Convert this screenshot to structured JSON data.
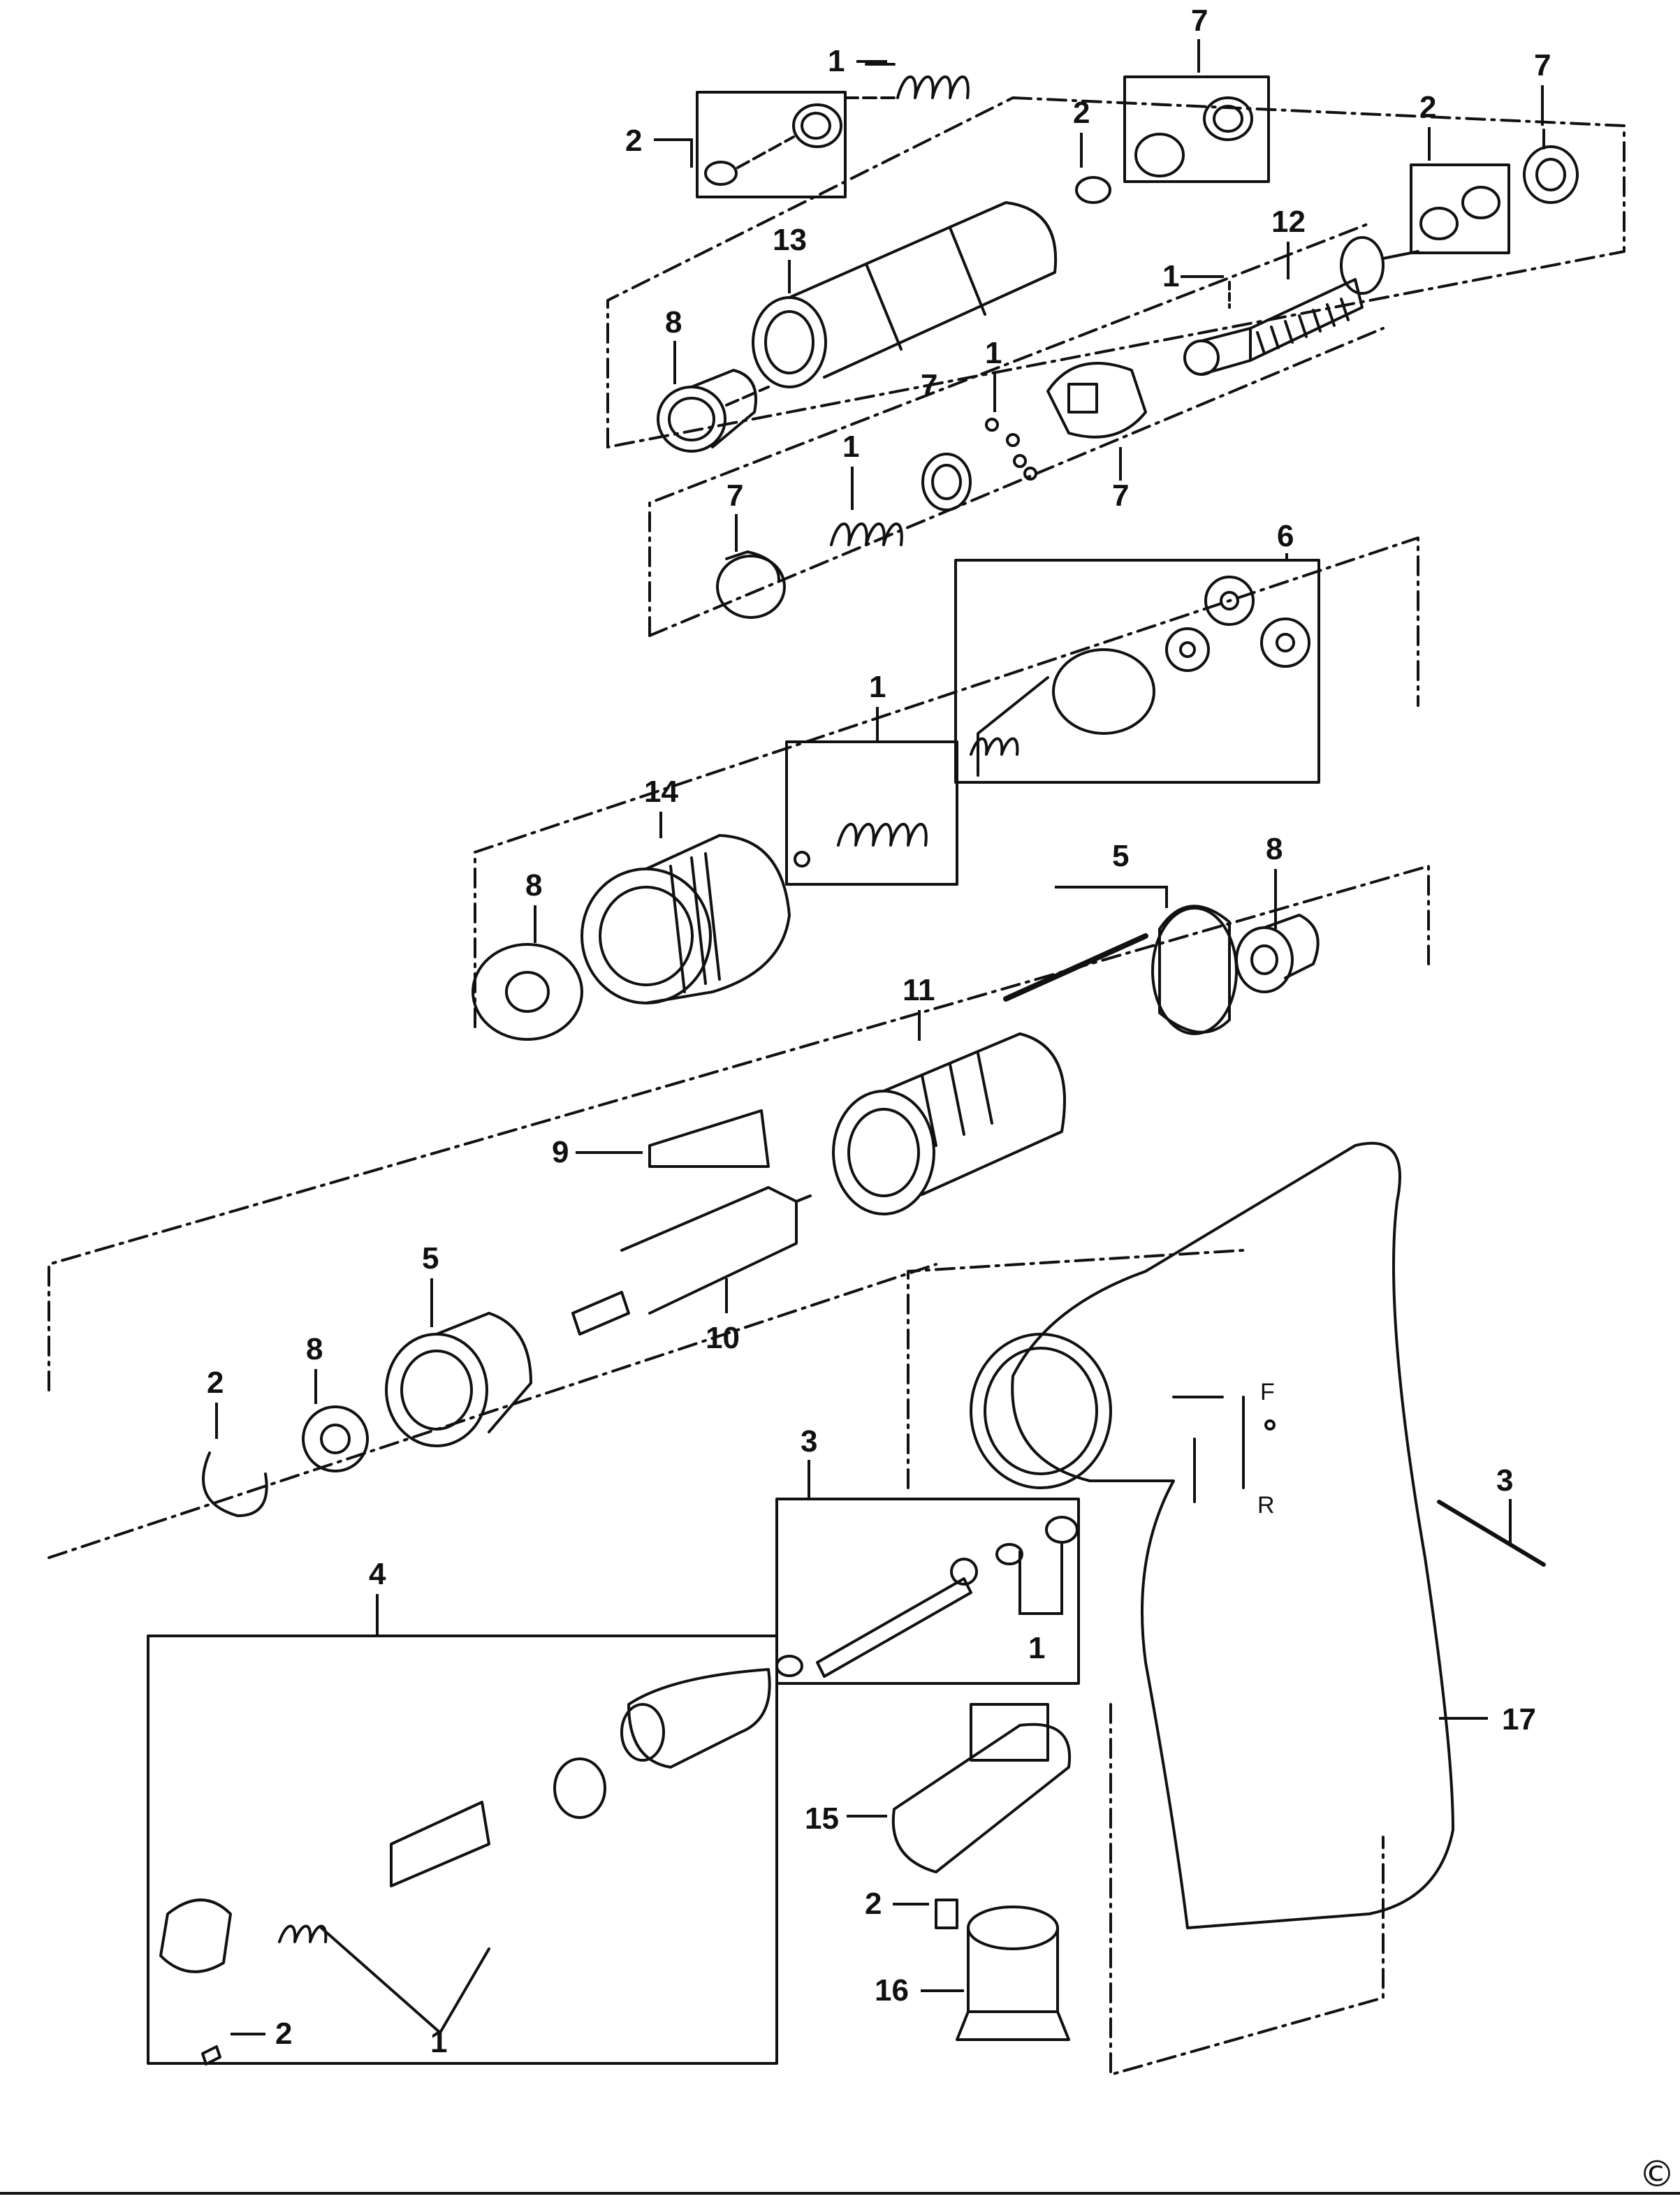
{
  "labels": {
    "p1": "1",
    "p2": "2",
    "p3": "3",
    "p4": "4",
    "p5": "5",
    "p6": "6",
    "p7": "7",
    "p8": "8",
    "p9": "9",
    "p10": "10",
    "p11": "11",
    "p12": "12",
    "p13": "13",
    "p14": "14",
    "p15": "15",
    "p16": "16",
    "p17": "17"
  },
  "markings": {
    "forward": "F",
    "reverse": "R"
  },
  "copyright": "©"
}
